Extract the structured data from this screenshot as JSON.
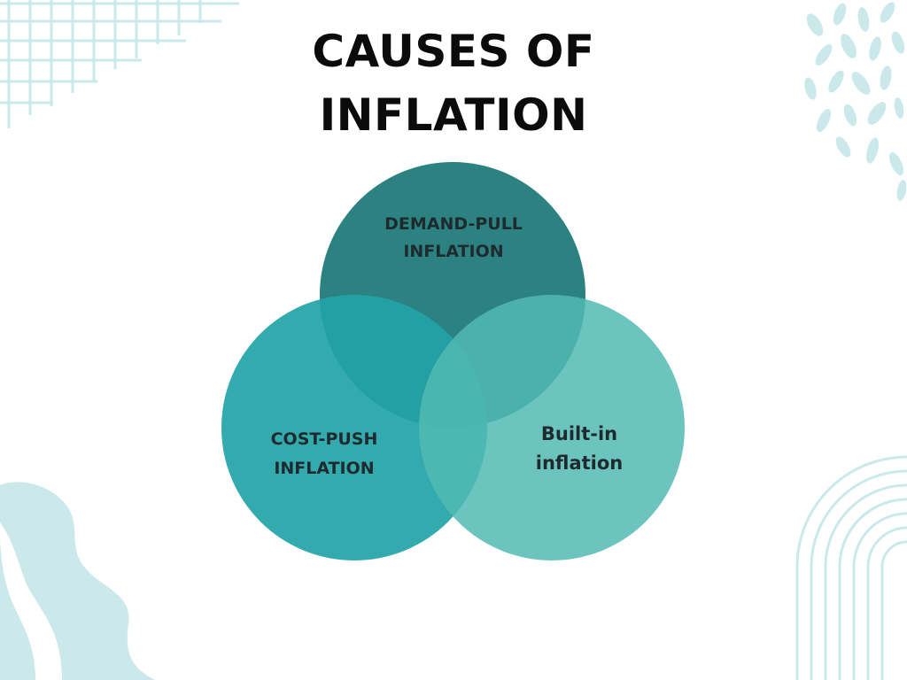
{
  "title": {
    "line1": "CAUSES OF",
    "line2": "INFLATION"
  },
  "circles": [
    {
      "id": "top",
      "line1": "DEMAND-PULL",
      "line2": "INFLATION",
      "color": "#1e7a79"
    },
    {
      "id": "left",
      "line1": "COST-PUSH",
      "line2": "INFLATION",
      "color": "#22a3a7"
    },
    {
      "id": "right",
      "line1": "Built-in",
      "line2": "inflation",
      "color": "#52bab3"
    }
  ],
  "decorations": {
    "color": "#cbe9ea",
    "shapes": [
      "grid-pattern",
      "leaf-pattern",
      "wave-blob",
      "arch-pattern"
    ]
  }
}
